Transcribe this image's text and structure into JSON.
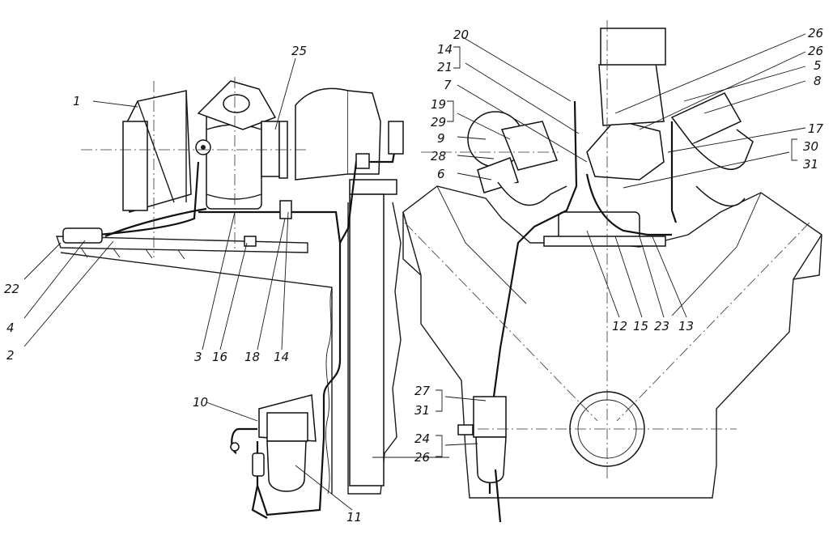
{
  "diagram": {
    "labels": [
      {
        "id": "l1",
        "text": "1"
      },
      {
        "id": "l25",
        "text": "25"
      },
      {
        "id": "l22",
        "text": "22"
      },
      {
        "id": "l4",
        "text": "4"
      },
      {
        "id": "l2",
        "text": "2"
      },
      {
        "id": "l3",
        "text": "3"
      },
      {
        "id": "l16",
        "text": "16"
      },
      {
        "id": "l18",
        "text": "18"
      },
      {
        "id": "l14a",
        "text": "14"
      },
      {
        "id": "l10",
        "text": "10"
      },
      {
        "id": "l11",
        "text": "11"
      },
      {
        "id": "l20",
        "text": "20"
      },
      {
        "id": "l14b",
        "text": "14"
      },
      {
        "id": "l21",
        "text": "21"
      },
      {
        "id": "l7",
        "text": "7"
      },
      {
        "id": "l19",
        "text": "19"
      },
      {
        "id": "l29",
        "text": "29"
      },
      {
        "id": "l9",
        "text": "9"
      },
      {
        "id": "l28",
        "text": "28"
      },
      {
        "id": "l6",
        "text": "6"
      },
      {
        "id": "l26a",
        "text": "26"
      },
      {
        "id": "l26b",
        "text": "26"
      },
      {
        "id": "l5",
        "text": "5"
      },
      {
        "id": "l8",
        "text": "8"
      },
      {
        "id": "l17",
        "text": "17"
      },
      {
        "id": "l30",
        "text": "30"
      },
      {
        "id": "l31a",
        "text": "31"
      },
      {
        "id": "l12",
        "text": "12"
      },
      {
        "id": "l15",
        "text": "15"
      },
      {
        "id": "l23",
        "text": "23"
      },
      {
        "id": "l13",
        "text": "13"
      },
      {
        "id": "l27",
        "text": "27"
      },
      {
        "id": "l31b",
        "text": "31"
      },
      {
        "id": "l24",
        "text": "24"
      },
      {
        "id": "l26c",
        "text": "26"
      }
    ]
  }
}
